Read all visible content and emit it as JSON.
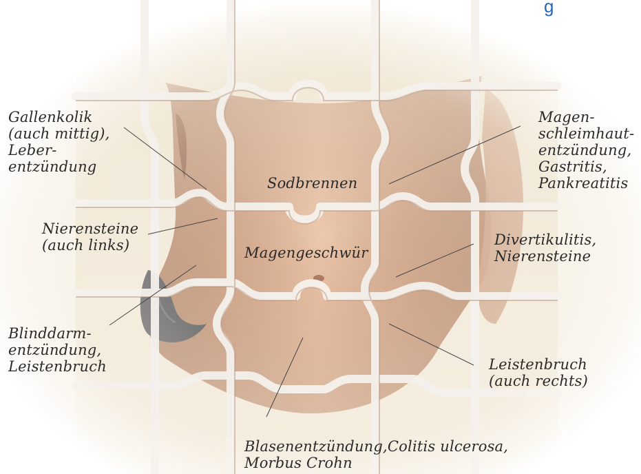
{
  "title_fragment": "g",
  "labels": {
    "gallenkolik": [
      "Gallenkolik",
      "(auch mittig),",
      "Leber-",
      "entzündung"
    ],
    "magen_schleimhaut": [
      "Magen-",
      "schleimhaut-",
      "entzündung,",
      "Gastritis,",
      "Pankreatitis"
    ],
    "sodbrennen": "Sodbrennen",
    "nierensteine_links": [
      "Nierensteine",
      "(auch links)"
    ],
    "magengeschwuer": "Magengeschwür",
    "divertikulitis": [
      "Divertikulitis,",
      "Nierensteine"
    ],
    "blinddarm": [
      "Blinddarm-",
      "entzündung,",
      "Leistenbruch"
    ],
    "leistenbruch_rechts": [
      "Leistenbruch",
      "(auch rechts)"
    ],
    "blasenentzuendung": [
      "Blasenentzündung,Colitis ulcerosa,",
      "Morbus Crohn"
    ]
  }
}
